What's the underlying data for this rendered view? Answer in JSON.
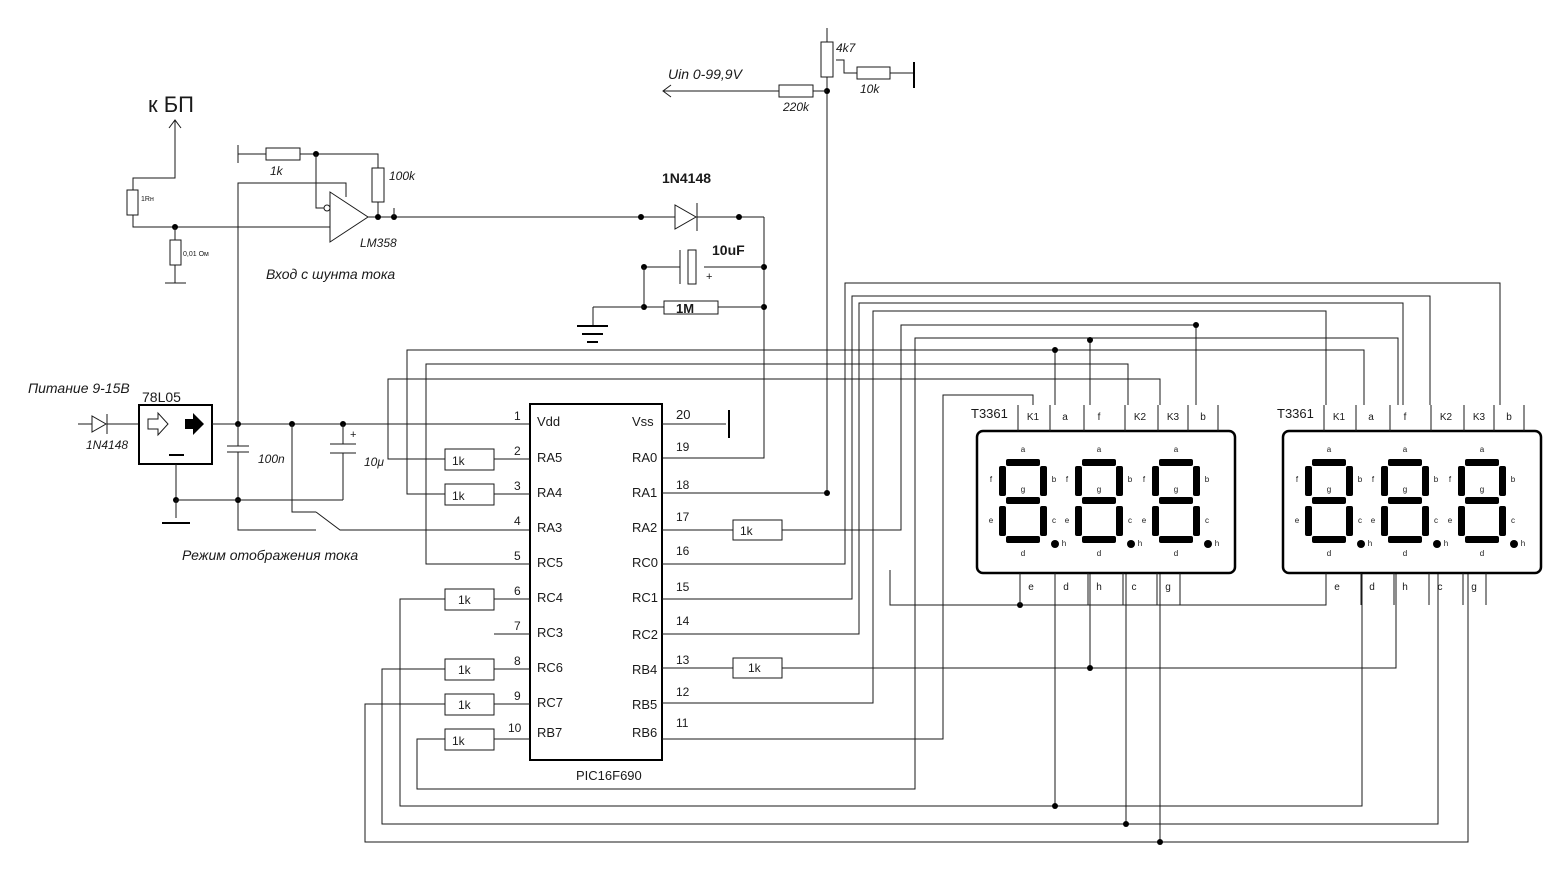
{
  "labels": {
    "psu_link": "к БП",
    "shunt_res": "1Rн",
    "shunt_value": "0,01 Ом",
    "r_1k_top": "1k",
    "r_100k": "100k",
    "opamp": "LM358",
    "shunt_input": "Вход с шунта тока",
    "diode_red": "1N4148",
    "cap_10uf": "10uF",
    "res_1m": "1M",
    "uin": "Uin 0-99,9V",
    "r_4k7": "4k7",
    "r_220k": "220k",
    "r_10k": "10k",
    "power": "Питание 9-15В",
    "regulator": "78L05",
    "diode_in": "1N4148",
    "cap_100n": "100n",
    "cap_10u": "10μ",
    "mode_switch": "Режим отображения тока",
    "mcu": "PIC16F690",
    "r_1k": "1k"
  },
  "pins_left": [
    {
      "num": "1",
      "name": "Vdd"
    },
    {
      "num": "2",
      "name": "RA5"
    },
    {
      "num": "3",
      "name": "RA4"
    },
    {
      "num": "4",
      "name": "RA3"
    },
    {
      "num": "5",
      "name": "RC5"
    },
    {
      "num": "6",
      "name": "RC4"
    },
    {
      "num": "7",
      "name": "RC3"
    },
    {
      "num": "8",
      "name": "RC6"
    },
    {
      "num": "9",
      "name": "RC7"
    },
    {
      "num": "10",
      "name": "RB7"
    }
  ],
  "pins_right": [
    {
      "num": "20",
      "name": "Vss"
    },
    {
      "num": "19",
      "name": "RA0"
    },
    {
      "num": "18",
      "name": "RA1"
    },
    {
      "num": "17",
      "name": "RA2"
    },
    {
      "num": "16",
      "name": "RC0"
    },
    {
      "num": "15",
      "name": "RC1"
    },
    {
      "num": "14",
      "name": "RC2"
    },
    {
      "num": "13",
      "name": "RB4"
    },
    {
      "num": "12",
      "name": "RB5"
    },
    {
      "num": "11",
      "name": "RB6"
    }
  ],
  "displays": [
    {
      "model": "T3361",
      "top_pins": [
        "K1",
        "a",
        "f",
        "K2",
        "K3",
        "b"
      ],
      "bottom_pins": [
        "e",
        "d",
        "h",
        "c",
        "g"
      ],
      "seg_labels": [
        "a",
        "b",
        "c",
        "d",
        "e",
        "f",
        "g",
        "h"
      ]
    },
    {
      "model": "T3361",
      "top_pins": [
        "K1",
        "a",
        "f",
        "K2",
        "K3",
        "b"
      ],
      "bottom_pins": [
        "e",
        "d",
        "h",
        "c",
        "g"
      ],
      "seg_labels": [
        "a",
        "b",
        "c",
        "d",
        "e",
        "f",
        "g",
        "h"
      ]
    }
  ],
  "colors": {
    "wire": "#1a1a1a",
    "highlight": "#d42020"
  }
}
